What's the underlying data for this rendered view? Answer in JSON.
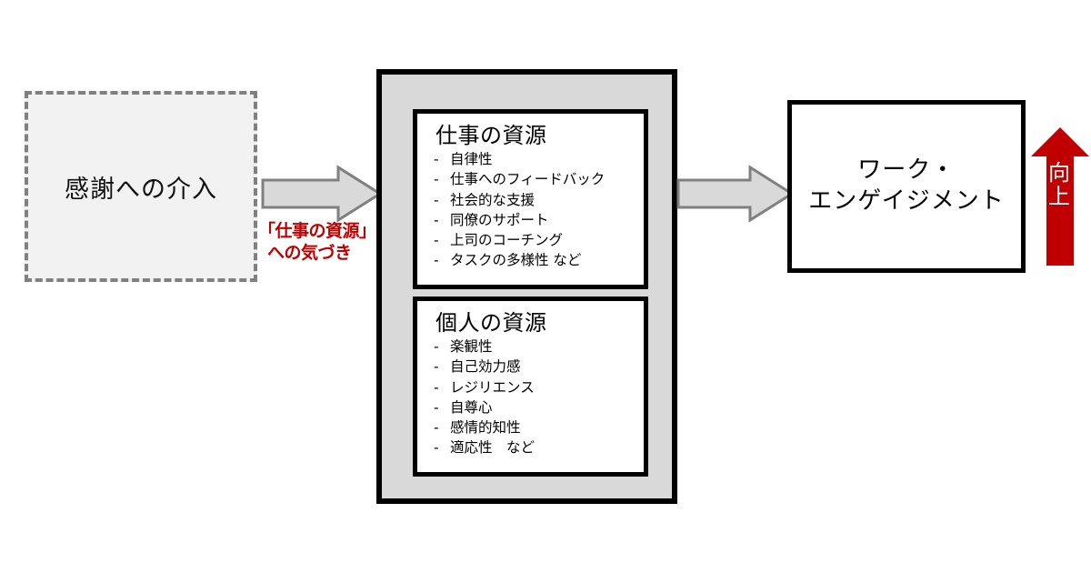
{
  "diagram": {
    "title": "Gratitude intervention to work engagement model",
    "colors": {
      "accent_red": "#C00000",
      "box_fill_light": "#F2F2F2",
      "container_fill": "#D9D9D9",
      "arrow_fill": "#D9D9D9",
      "arrow_stroke": "#808080",
      "text": "#000000"
    },
    "intervention": {
      "label": "感謝への介入"
    },
    "awareness_note": {
      "line1": "「仕事の資源」",
      "line2": "への気づき"
    },
    "arrows": {
      "first": "block-arrow-right",
      "second": "block-arrow-right",
      "uplift": "block-arrow-up"
    },
    "resources": {
      "work": {
        "title": "仕事の資源",
        "items": [
          "自律性",
          "仕事へのフィードバック",
          "社会的な支援",
          "同僚のサポート",
          "上司のコーチング",
          "タスクの多様性 など"
        ]
      },
      "personal": {
        "title": "個人の資源",
        "items": [
          "楽観性",
          "自己効力感",
          "レジリエンス",
          "自尊心",
          "感情的知性",
          "適応性　など"
        ]
      }
    },
    "outcome": {
      "line1": "ワーク・",
      "line2": "エンゲイジメント"
    },
    "uplift": {
      "char1": "向",
      "char2": "上"
    }
  }
}
